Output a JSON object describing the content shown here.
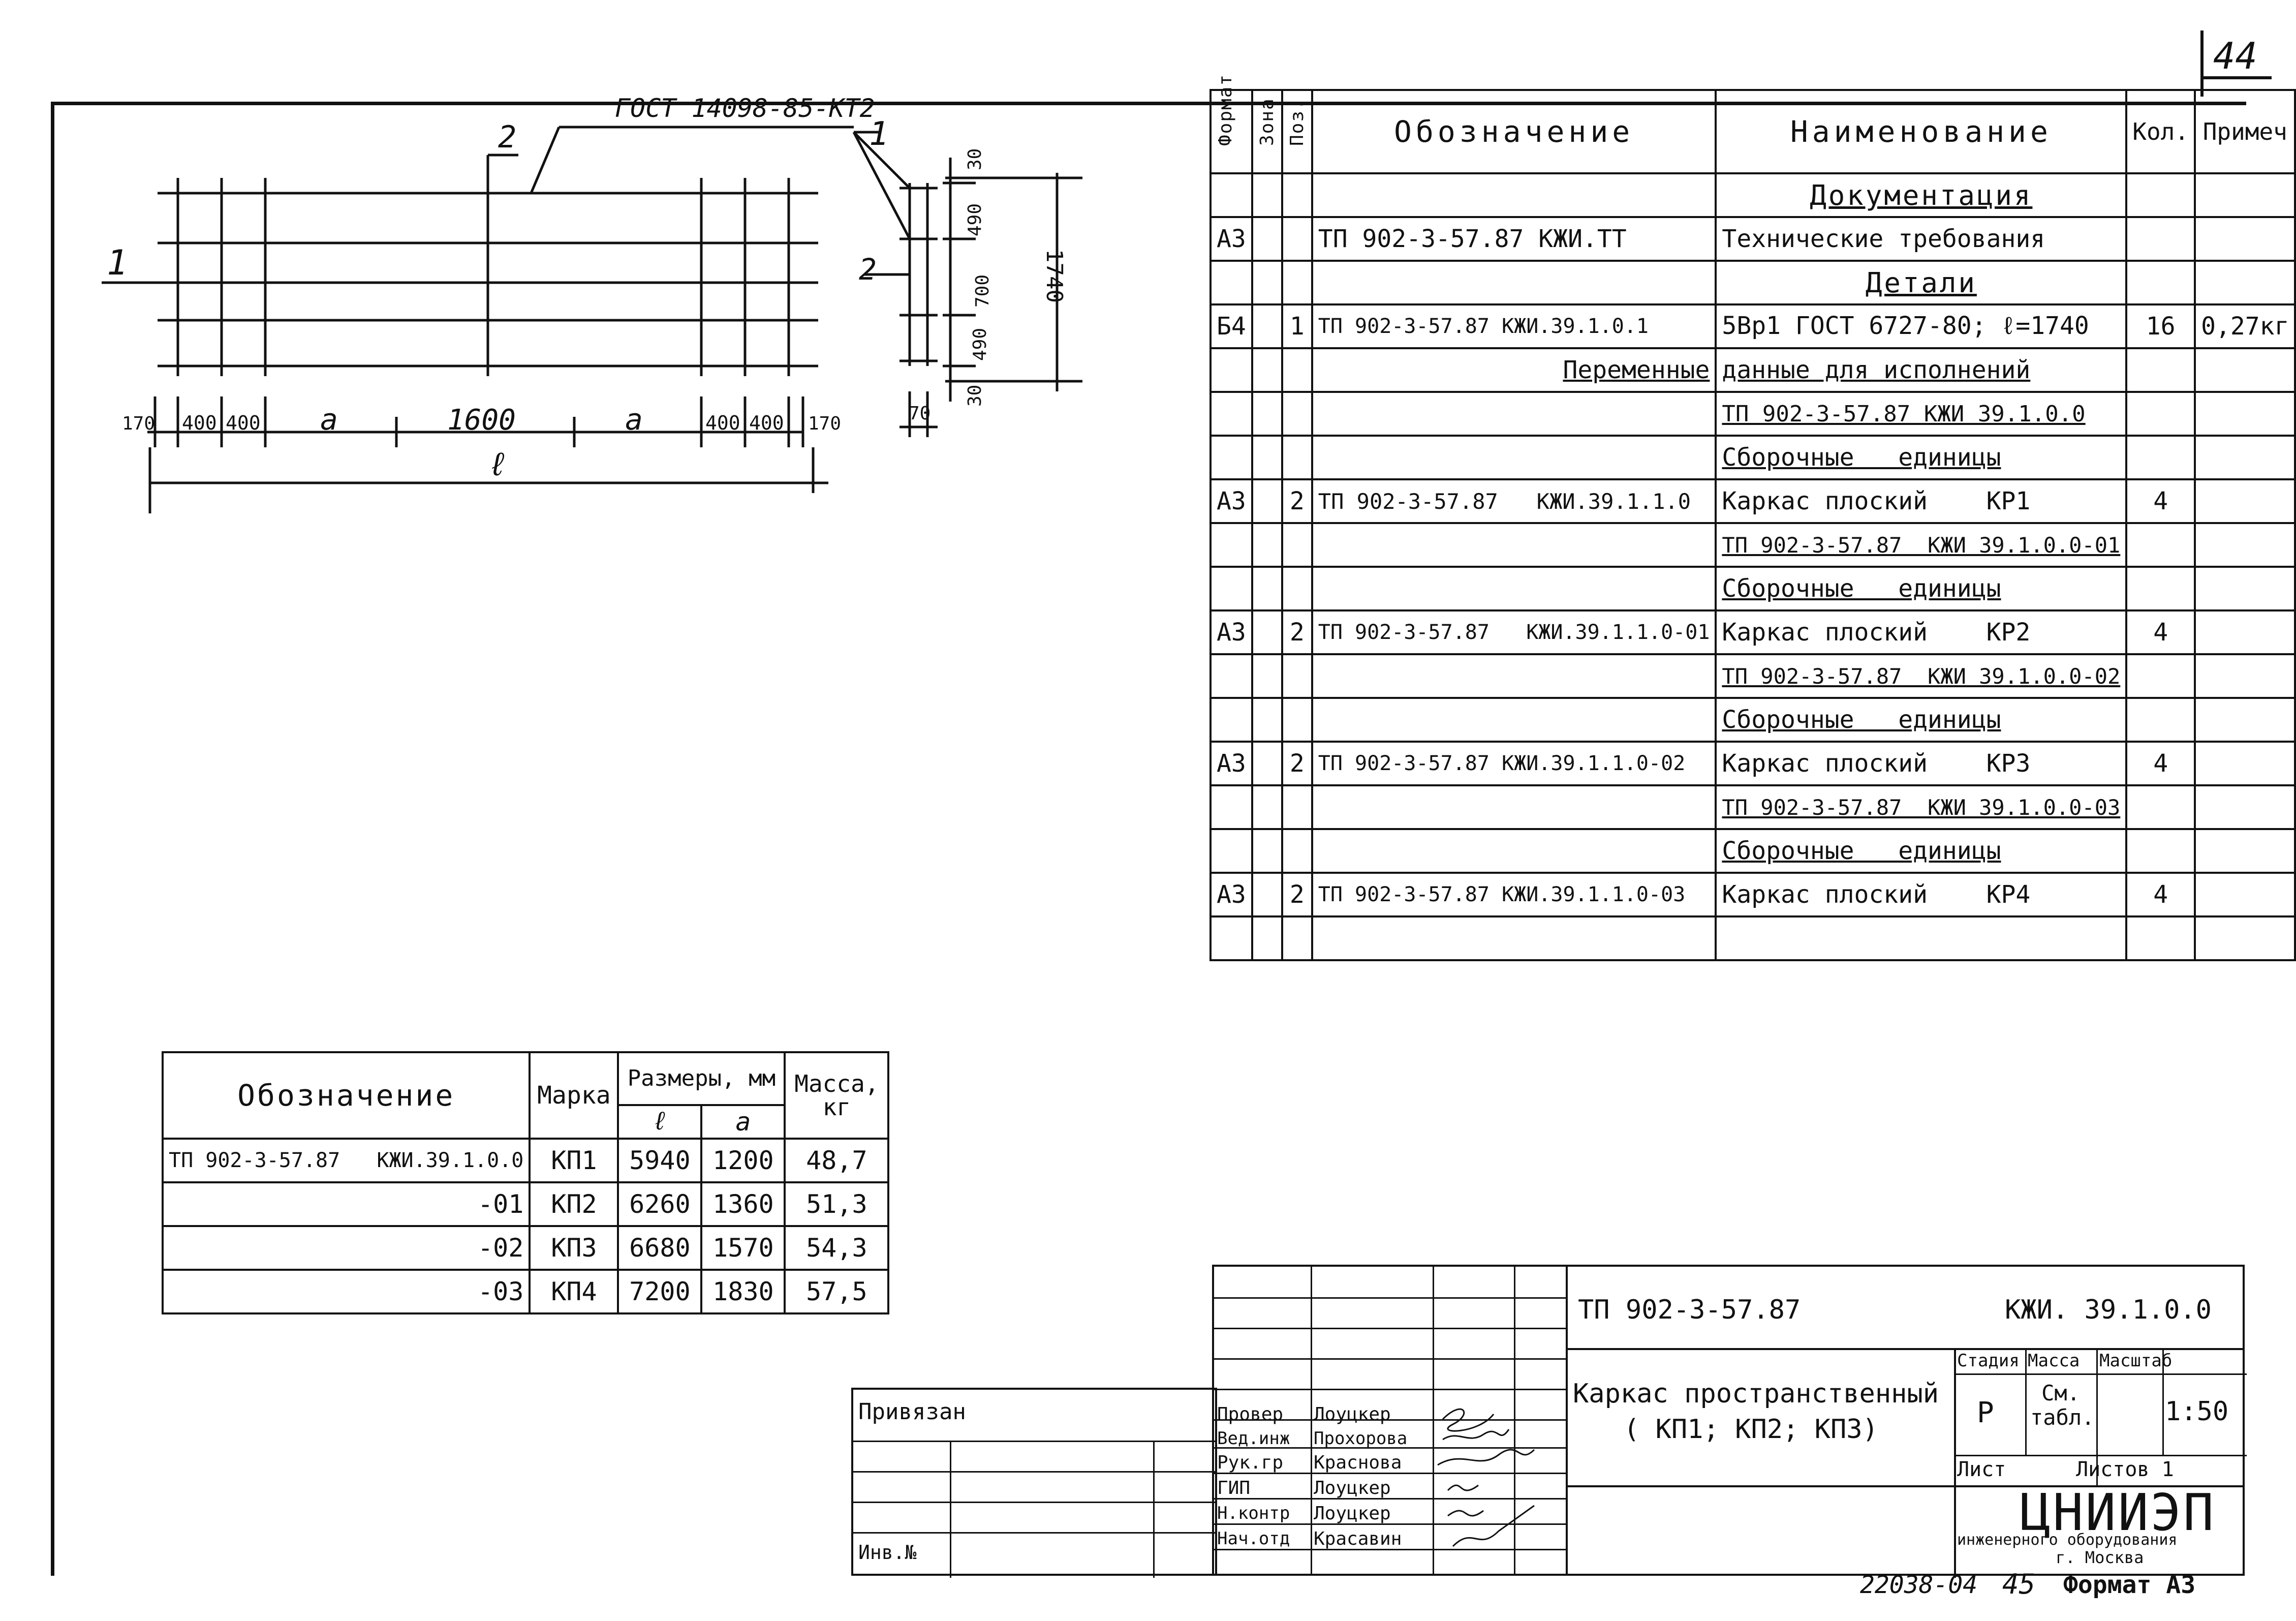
{
  "sheet_number": "44",
  "drawing": {
    "gost_label": "ГОСТ 14098-85-КТ2",
    "position_labels": [
      "1",
      "2"
    ],
    "side_position_labels": [
      "1",
      "2"
    ],
    "bottom_dims": [
      "170",
      "400",
      "400",
      "a",
      "1600",
      "a",
      "400",
      "400",
      "170"
    ],
    "length_label": "ℓ",
    "side_dims": [
      "30",
      "490",
      "700",
      "490",
      "30"
    ],
    "side_total": "1740",
    "side_width": "70"
  },
  "spec_table": {
    "headers": {
      "format": "Формат",
      "zone": "Зона",
      "pos": "Поз.",
      "designation": "Обозначение",
      "name": "Наименование",
      "qty": "Кол.",
      "note": "Примеч"
    },
    "rows": [
      {
        "format": "",
        "pos": "",
        "designation": "",
        "name": "Документация",
        "qty": "",
        "note": "",
        "style": "section"
      },
      {
        "format": "А3",
        "pos": "",
        "designation": "ТП 902-3-57.87   КЖИ.ТТ",
        "name": "Технические требования",
        "qty": "",
        "note": "",
        "style": ""
      },
      {
        "format": "",
        "pos": "",
        "designation": "",
        "name": "Детали",
        "qty": "",
        "note": "",
        "style": "section"
      },
      {
        "format": "Б4",
        "pos": "1",
        "designation": "ТП 902-3-57.87 КЖИ.39.1.0.1",
        "name": "5Вр1 ГОСТ 6727-80; ℓ=1740",
        "qty": "16",
        "note": "0,27кг",
        "style": ""
      },
      {
        "format": "",
        "pos": "",
        "designation": "Переменные",
        "name": "данные для исполнений",
        "qty": "",
        "note": "",
        "style": "variable"
      },
      {
        "format": "",
        "pos": "",
        "designation": "",
        "name": "ТП 902-3-57.87   КЖИ 39.1.0.0",
        "qty": "",
        "note": "",
        "style": "ul"
      },
      {
        "format": "",
        "pos": "",
        "designation": "",
        "name": "Сборочные   единицы",
        "qty": "",
        "note": "",
        "style": "ul"
      },
      {
        "format": "А3",
        "pos": "2",
        "designation": "ТП 902-3-57.87   КЖИ.39.1.1.0",
        "name": "Каркас плоский    КР1",
        "qty": "4",
        "note": "",
        "style": ""
      },
      {
        "format": "",
        "pos": "",
        "designation": "",
        "name": "ТП 902-3-57.87  КЖИ 39.1.0.0-01",
        "qty": "",
        "note": "",
        "style": "ul"
      },
      {
        "format": "",
        "pos": "",
        "designation": "",
        "name": "Сборочные   единицы",
        "qty": "",
        "note": "",
        "style": "ul"
      },
      {
        "format": "А3",
        "pos": "2",
        "designation": "ТП 902-3-57.87   КЖИ.39.1.1.0-01",
        "name": "Каркас плоский    КР2",
        "qty": "4",
        "note": "",
        "style": ""
      },
      {
        "format": "",
        "pos": "",
        "designation": "",
        "name": "ТП 902-3-57.87  КЖИ 39.1.0.0-02",
        "qty": "",
        "note": "",
        "style": "ul"
      },
      {
        "format": "",
        "pos": "",
        "designation": "",
        "name": "Сборочные   единицы",
        "qty": "",
        "note": "",
        "style": "ul"
      },
      {
        "format": "А3",
        "pos": "2",
        "designation": "ТП 902-3-57.87 КЖИ.39.1.1.0-02",
        "name": "Каркас плоский    КР3",
        "qty": "4",
        "note": "",
        "style": ""
      },
      {
        "format": "",
        "pos": "",
        "designation": "",
        "name": "ТП 902-3-57.87  КЖИ 39.1.0.0-03",
        "qty": "",
        "note": "",
        "style": "ul"
      },
      {
        "format": "",
        "pos": "",
        "designation": "",
        "name": "Сборочные   единицы",
        "qty": "",
        "note": "",
        "style": "ul"
      },
      {
        "format": "А3",
        "pos": "2",
        "designation": "ТП 902-3-57.87 КЖИ.39.1.1.0-03",
        "name": "Каркас плоский    КР4",
        "qty": "4",
        "note": "",
        "style": ""
      },
      {
        "format": "",
        "pos": "",
        "designation": "",
        "name": "",
        "qty": "",
        "note": "",
        "style": ""
      }
    ]
  },
  "dims_table": {
    "headers": {
      "designation": "Обозначение",
      "mark": "Марка",
      "sizes": "Размеры, мм",
      "l": "ℓ",
      "a": "a",
      "mass": "Масса, кг"
    },
    "rows": [
      {
        "designation": "ТП 902-3-57.87   КЖИ.39.1.0.0",
        "mark": "КП1",
        "l": "5940",
        "a": "1200",
        "mass": "48,7"
      },
      {
        "designation": "-01",
        "mark": "КП2",
        "l": "6260",
        "a": "1360",
        "mass": "51,3"
      },
      {
        "designation": "-02",
        "mark": "КП3",
        "l": "6680",
        "a": "1570",
        "mass": "54,3"
      },
      {
        "designation": "-03",
        "mark": "КП4",
        "l": "7200",
        "a": "1830",
        "mass": "57,5"
      }
    ]
  },
  "title_block": {
    "bound_label": "Привязан",
    "inv_label": "Инв.№",
    "roles": [
      {
        "role": "Провер",
        "name": "Лоуцкер"
      },
      {
        "role": "Вед.инж",
        "name": "Прохорова"
      },
      {
        "role": "Рук.гр",
        "name": "Краснова"
      },
      {
        "role": "ГИП",
        "name": "Лоуцкер"
      },
      {
        "role": "Н.контр",
        "name": "Лоуцкер"
      },
      {
        "role": "Нач.отд",
        "name": "Красавин"
      }
    ],
    "project_code": "ТП 902-3-57.87",
    "doc_code": "КЖИ. 39.1.0.0",
    "title_line1": "Каркас пространственный",
    "title_line2": "( КП1; КП2; КП3)",
    "stage_label": "Стадия",
    "stage_value": "Р",
    "mass_label": "Масса",
    "mass_value": "См. табл.",
    "scale_label": "Масштаб",
    "scale_value": "1:50",
    "sheet_label": "Лист",
    "sheets_label": "Листов 1",
    "org_name": "ЦНИИЭП",
    "org_sub": "инженерного оборудования",
    "org_city": "г. Москва"
  },
  "footer": {
    "archive_no": "22038-04",
    "page": "45",
    "format": "Формат А3"
  }
}
